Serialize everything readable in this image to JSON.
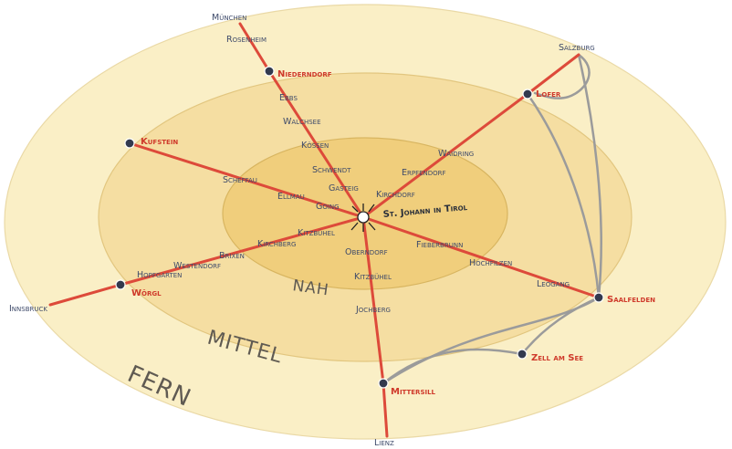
{
  "zones": {
    "far": "FERN",
    "middle": "MITTEL",
    "near": "NAH"
  },
  "center": "St. Johann in Tirol",
  "hubs": {
    "niederndorf": "Niederndorf",
    "kufstein": "Kufstein",
    "woergl": "Wörgl",
    "mittersill": "Mittersill",
    "zell": "Zell am See",
    "saalfelden": "Saalfelden",
    "lofer": "Lofer"
  },
  "places": {
    "muenchen": "München",
    "rosenheim": "Rosenheim",
    "ebbs": "Ebbs",
    "walchsee": "Walchsee",
    "koessen": "Kössen",
    "schwendt": "Schwendt",
    "gasteig": "Gasteig",
    "salzburg": "Salzburg",
    "waidring": "Waidring",
    "erpfendorf": "Erpfendorf",
    "kirchdorf": "Kirchdorf",
    "scheffau": "Scheffau",
    "ellmau": "Ellmau",
    "going": "Going",
    "kitzbuehel_w": "Kitzbühel",
    "kirchberg": "Kirchberg",
    "brixen": "Brixen",
    "westendorf": "Westendorf",
    "hopfgarten": "Hopfgarten",
    "innsbruck": "Innsbruck",
    "oberndorf": "Oberndorf",
    "kitzbuehel_s": "Kitzbühel",
    "jochberg": "Jochberg",
    "lienz": "Lienz",
    "fieberbrunn": "Fieberbrunn",
    "hochfilzen": "Hochfilzen",
    "leogang": "Leogang"
  },
  "colors": {
    "outer_ring": "#faefc6",
    "middle_ring": "#f5dea2",
    "inner_ring": "#f0ce7c",
    "route": "#dd4a3a",
    "connector": "#9b9b9b",
    "pin": "#333a4e"
  }
}
